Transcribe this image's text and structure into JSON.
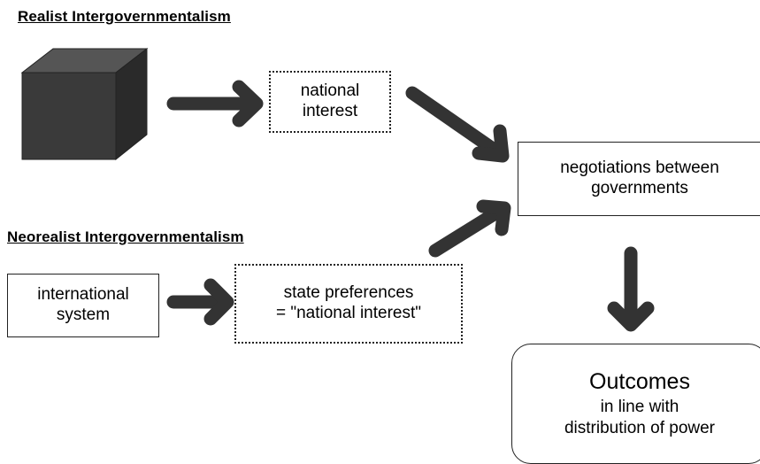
{
  "headings": {
    "realist": "Realist Intergovernmentalism",
    "neorealist": "Neorealist Intergovernmentalism"
  },
  "nodes": {
    "black_box": {
      "shape": "cube",
      "color": "#3a3a3a"
    },
    "national_interest": {
      "line1": "national",
      "line2": "interest"
    },
    "negotiations": {
      "line1": "negotiations between",
      "line2": "governments"
    },
    "international_system": {
      "line1": "international",
      "line2": "system"
    },
    "state_preferences": {
      "line1": "state preferences",
      "line2": "= \"national interest\""
    },
    "outcomes": {
      "title": "Outcomes",
      "line1": "in line with",
      "line2": "distribution of power"
    }
  },
  "colors": {
    "arrow": "#333333",
    "cube_front": "#3a3a3a",
    "cube_top": "#555555",
    "cube_side": "#2a2a2a"
  }
}
